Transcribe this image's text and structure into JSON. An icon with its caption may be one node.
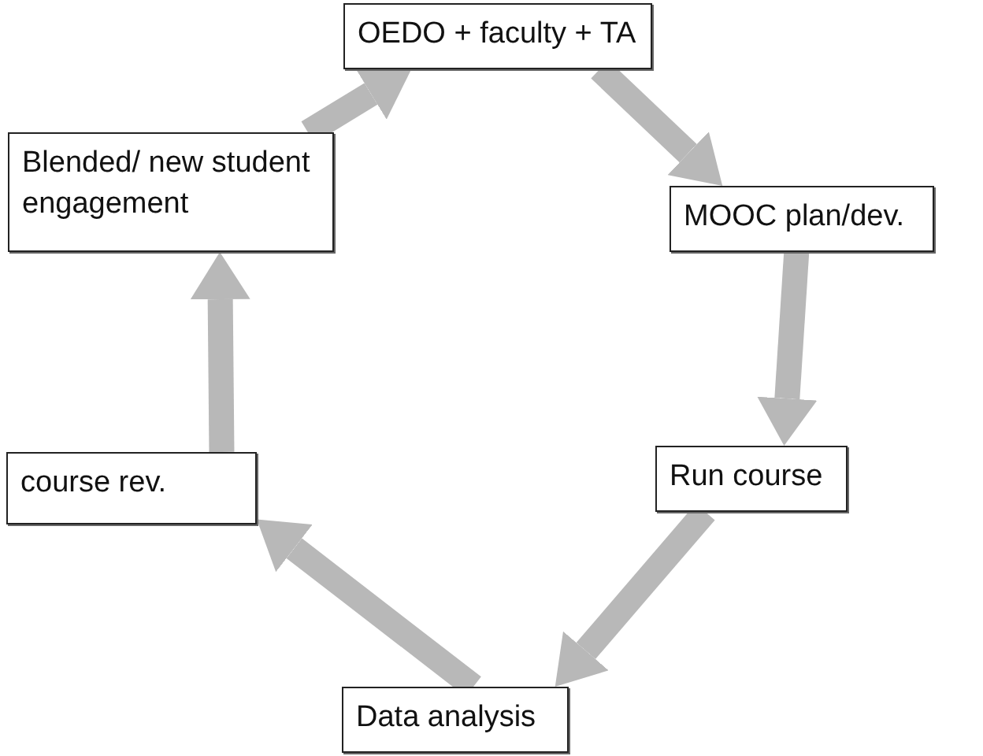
{
  "diagram": {
    "nodes": [
      {
        "text": [
          "OEDO + faculty + TA"
        ]
      },
      {
        "text": [
          "MOOC plan/dev."
        ]
      },
      {
        "text": [
          "Run course"
        ]
      },
      {
        "text": [
          "Data analysis"
        ]
      },
      {
        "text": [
          "course rev."
        ]
      },
      {
        "text": [
          "Blended/ new student engagement"
        ]
      }
    ],
    "edges": [
      {
        "from": 0,
        "to": 1,
        "arrow": "to"
      },
      {
        "from": 1,
        "to": 2,
        "arrow": "to"
      },
      {
        "from": 2,
        "to": 3,
        "arrow": "to"
      },
      {
        "from": 3,
        "to": 4,
        "arrow": "to"
      },
      {
        "from": 4,
        "to": 5,
        "arrow": "to"
      },
      {
        "from": 5,
        "to": 0,
        "arrow": "to"
      }
    ]
  }
}
